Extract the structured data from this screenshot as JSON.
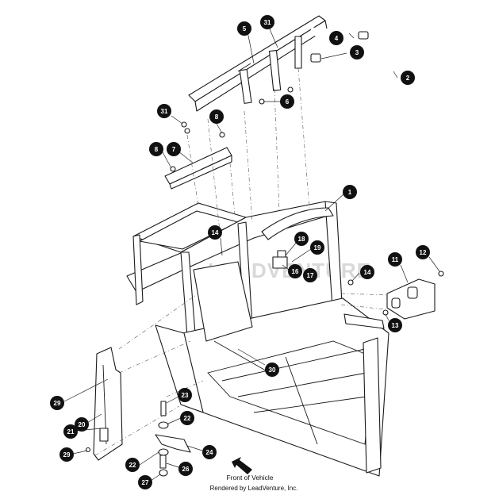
{
  "callouts": [
    {
      "id": "c1",
      "label": "1"
    },
    {
      "id": "c2",
      "label": "2"
    },
    {
      "id": "c3",
      "label": "3"
    },
    {
      "id": "c4",
      "label": "4"
    },
    {
      "id": "c5",
      "label": "5"
    },
    {
      "id": "c6",
      "label": "6"
    },
    {
      "id": "c7",
      "label": "7"
    },
    {
      "id": "c8a",
      "label": "8"
    },
    {
      "id": "c8b",
      "label": "8"
    },
    {
      "id": "c11",
      "label": "11"
    },
    {
      "id": "c12",
      "label": "12"
    },
    {
      "id": "c13",
      "label": "13"
    },
    {
      "id": "c14a",
      "label": "14"
    },
    {
      "id": "c14b",
      "label": "14"
    },
    {
      "id": "c16",
      "label": "16"
    },
    {
      "id": "c17",
      "label": "17"
    },
    {
      "id": "c18",
      "label": "18"
    },
    {
      "id": "c19",
      "label": "19"
    },
    {
      "id": "c20",
      "label": "20"
    },
    {
      "id": "c21",
      "label": "21"
    },
    {
      "id": "c22a",
      "label": "22"
    },
    {
      "id": "c22b",
      "label": "22"
    },
    {
      "id": "c23",
      "label": "23"
    },
    {
      "id": "c24",
      "label": "24"
    },
    {
      "id": "c26",
      "label": "26"
    },
    {
      "id": "c27",
      "label": "27"
    },
    {
      "id": "c29a",
      "label": "29"
    },
    {
      "id": "c29b",
      "label": "29"
    },
    {
      "id": "c30",
      "label": "30"
    },
    {
      "id": "c31a",
      "label": "31"
    },
    {
      "id": "c31b",
      "label": "31"
    }
  ],
  "front_label": "Front of Vehicle",
  "credit": "Rendered by LeadVenture, Inc.",
  "watermark": "LEADVENTURE",
  "colors": {
    "ink": "#1a1a1a",
    "callout": "#111111",
    "watermark": "#d8d8d8"
  }
}
